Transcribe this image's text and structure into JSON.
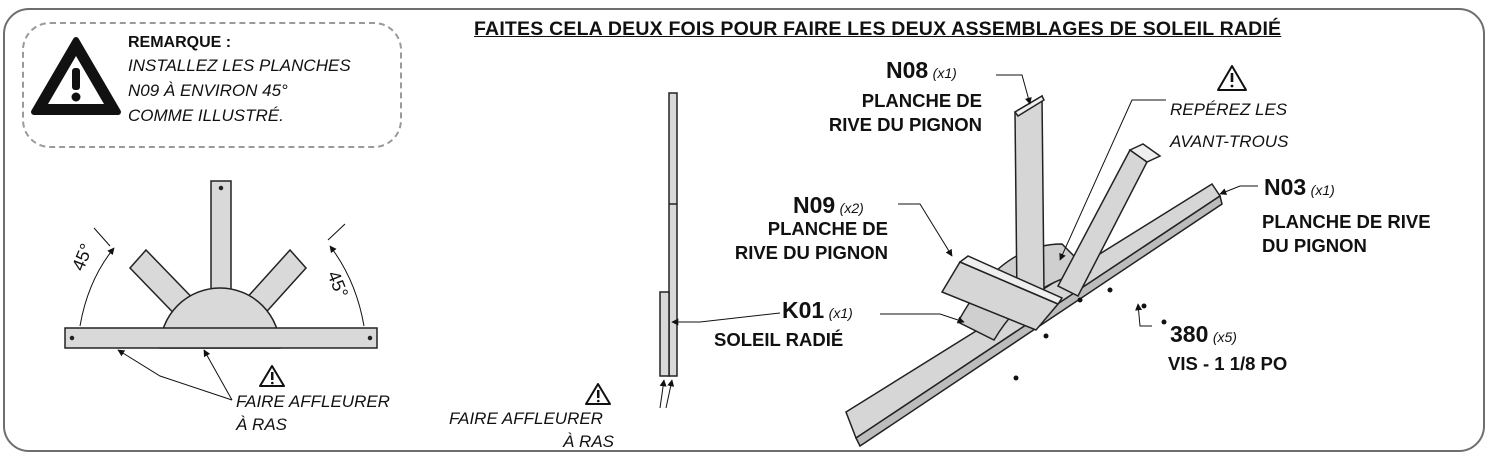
{
  "header": {
    "title": "FAITES CELA DEUX FOIS POUR FAIRE LES DEUX ASSEMBLAGES DE SOLEIL RADIÉ"
  },
  "note": {
    "heading": "REMARQUE :",
    "lines": [
      "INSTALLEZ LES PLANCHES",
      "N09 À ENVIRON 45°",
      "COMME ILLUSTRÉ."
    ]
  },
  "angles": {
    "left": "45°",
    "right": "45°"
  },
  "flush_notes": {
    "front": [
      "FAIRE AFFLEURER",
      "À RAS"
    ],
    "side": [
      "FAIRE AFFLEURER",
      "À RAS"
    ]
  },
  "parts": {
    "n08": {
      "code": "N08",
      "qty": "(x1)",
      "name": [
        "PLANCHE DE",
        "RIVE DU PIGNON"
      ]
    },
    "n09": {
      "code": "N09",
      "qty": "(x2)",
      "name": [
        "PLANCHE DE",
        "RIVE DU PIGNON"
      ]
    },
    "n03": {
      "code": "N03",
      "qty": "(x1)",
      "name": [
        "PLANCHE DE RIVE",
        "DU PIGNON"
      ]
    },
    "k01": {
      "code": "K01",
      "qty": "(x1)",
      "name": [
        "SOLEIL RADIÉ"
      ]
    },
    "s380": {
      "code": "380",
      "qty": "(x5)",
      "name": [
        "VIS - 1 1/8 PO"
      ]
    }
  },
  "locate_note": [
    "REPÉREZ LES",
    "AVANT-TROUS"
  ]
}
